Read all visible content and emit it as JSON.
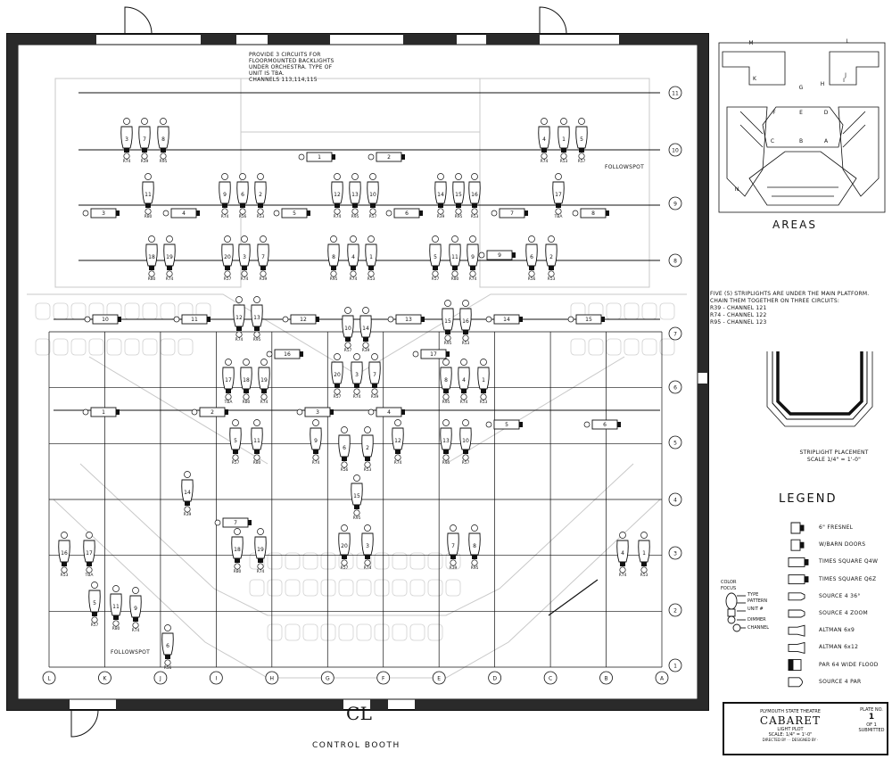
{
  "notes": {
    "orchestra": "PROVIDE 3 CIRCUITS FOR\nFLOORMOUNTED BACKLIGHTS\nUNDER ORCHESTRA. TYPE OF\nUNIT IS TBA.\nCHANNELS 113,114,115",
    "striplights": "FIVE (5) STRIPLIGHTS ARE UNDER THE MAIN PLATFORM.\nCHAIN THEM TOGETHER ON THREE CIRCUITS:\nR39 - CHANNEL 121\nR74 - CHANNEL 122\nR95 - CHANNEL 123",
    "strip_caption": "STRIPLIGHT PLACEMENT\nSCALE 1/4\" = 1'-0\"",
    "followspot": "FOLLOWSPOT",
    "control_booth": "CONTROL BOOTH",
    "centerline": "CL"
  },
  "areas": {
    "title": "AREAS",
    "labels": [
      "A",
      "B",
      "C",
      "D",
      "E",
      "F",
      "G",
      "H",
      "I",
      "J",
      "K",
      "L",
      "M",
      "N"
    ]
  },
  "row_labels": [
    "11",
    "10",
    "9",
    "8",
    "7",
    "6",
    "5",
    "4",
    "3",
    "2",
    "1"
  ],
  "col_labels": [
    "L",
    "K",
    "J",
    "I",
    "H",
    "G",
    "F",
    "E",
    "D",
    "C",
    "B",
    "A"
  ],
  "legend": {
    "title": "LEGEND",
    "items": [
      "6\" FRESNEL",
      "W/BARN DOORS",
      "TIMES SQUARE Q4W",
      "TIMES SQUARE Q6Z",
      "SOURCE 4 36°",
      "SOURCE 4 ZOOM",
      "ALTMAN 6x9",
      "ALTMAN 6x12",
      "PAR 64 WIDE FLOOD",
      "SOURCE 4 PAR"
    ],
    "key": [
      "COLOR",
      "FOCUS",
      "TYPE",
      "PATTERN",
      "UNIT #",
      "DIMMER",
      "CHANNEL"
    ]
  },
  "title_block": {
    "line1": "PLYMOUTH STATE THEATRE",
    "show": "CABARET",
    "line3": "LIGHT PLOT",
    "scale": "SCALE: 1/4\" = 1'-0\"",
    "credit": "DIRECTED BY ·  · DESIGNED BY ·",
    "plate_label": "PLATE NO.",
    "plate": "1",
    "of": "OF 1",
    "submitted": "SUBMITTED"
  },
  "instruments": [
    {
      "c": "R74",
      "u": "3"
    },
    {
      "c": "R39",
      "u": "7"
    },
    {
      "c": "R95",
      "u": "8"
    },
    {
      "c": "R74",
      "u": "4"
    },
    {
      "c": "R53",
      "u": "1"
    },
    {
      "c": "R57",
      "u": "5"
    },
    {
      "c": "R80",
      "u": "11"
    },
    {
      "c": "R74",
      "u": "9"
    },
    {
      "c": "R56",
      "u": "6"
    },
    {
      "c": "R53",
      "u": "2"
    },
    {
      "c": "R74",
      "u": "12"
    },
    {
      "c": "R95",
      "u": "13"
    },
    {
      "c": "R57",
      "u": "10"
    },
    {
      "c": "R39",
      "u": "14"
    },
    {
      "c": "R95",
      "u": "15"
    },
    {
      "c": "R53",
      "u": "16"
    },
    {
      "c": "TBA",
      "u": "17"
    },
    {
      "c": "R80",
      "u": "18"
    },
    {
      "c": "R74",
      "u": "19"
    },
    {
      "c": "R57",
      "u": "20"
    }
  ],
  "bar_units": [
    "1",
    "2",
    "3",
    "4",
    "5",
    "6",
    "7",
    "8",
    "9",
    "10",
    "11",
    "12",
    "13",
    "14",
    "15",
    "16",
    "17"
  ],
  "colors": {
    "ink": "#111111",
    "faint": "#c8c8c8",
    "wall": "#2a2a2a"
  }
}
